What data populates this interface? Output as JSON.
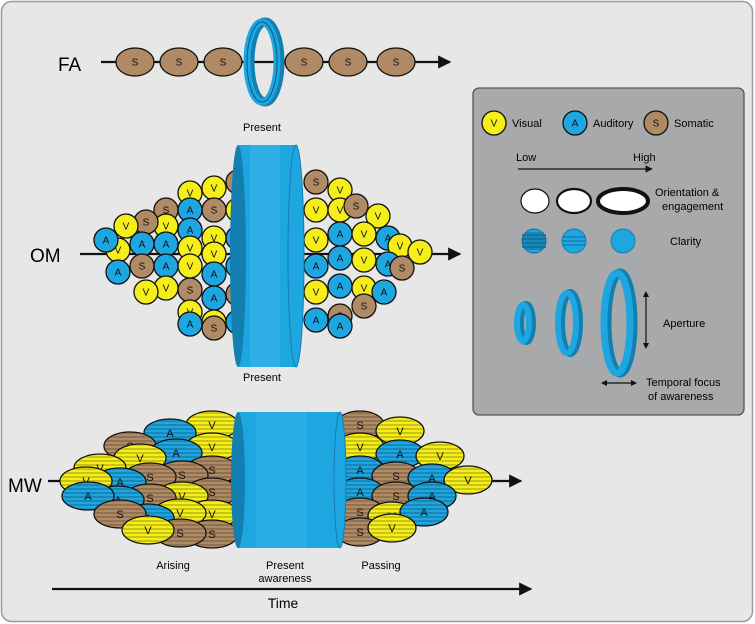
{
  "rows": {
    "fa": {
      "label": "FA",
      "present_label": "Present"
    },
    "om": {
      "label": "OM",
      "present_label": "Present"
    },
    "mw": {
      "label": "MW",
      "arising_label": "Arising",
      "present_label_line1": "Present",
      "present_label_line2": "awareness",
      "passing_label": "Passing"
    }
  },
  "time_label": "Time",
  "legend": {
    "modalities": [
      {
        "letter": "V",
        "label": "Visual",
        "color": "#f5ee1a"
      },
      {
        "letter": "A",
        "label": "Auditory",
        "color": "#1ea6e0"
      },
      {
        "letter": "S",
        "label": "Somatic",
        "color": "#b08a64"
      }
    ],
    "low_label": "Low",
    "high_label": "High",
    "orientation_line1": "Orientation &",
    "orientation_line2": "engagement",
    "clarity_label": "Clarity",
    "aperture_label": "Aperture",
    "temporal_line1": "Temporal focus",
    "temporal_line2": "of awareness"
  },
  "colors": {
    "background": "#e7e7e7",
    "legend_background": "#a7a9ab",
    "cylinder": "#1ea6e0",
    "cylinder_dark": "#127fb0",
    "visual": "#f5ee1a",
    "auditory": "#1ea6e0",
    "somatic": "#b08a64"
  }
}
